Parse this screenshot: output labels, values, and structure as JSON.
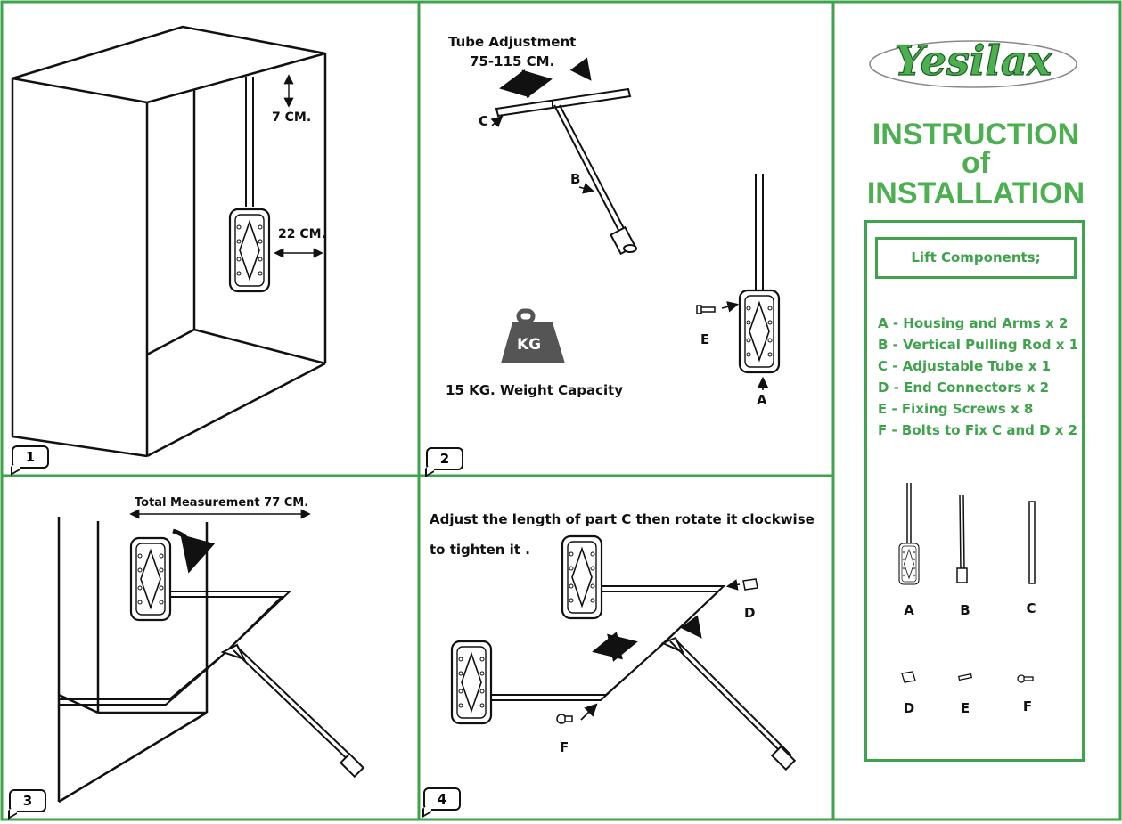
{
  "brand": {
    "name": "Yesilax",
    "color": "#4caf50"
  },
  "title": {
    "line1": "INSTRUCTION",
    "line2": "of",
    "line3": "INSTALLATION"
  },
  "components": {
    "heading": "Lift Components;",
    "items": [
      "A - Housing and Arms x 2",
      "B - Vertical Pulling Rod x 1",
      "C - Adjustable Tube x 1",
      "D - End Connectors x 2",
      "E - Fixing Screws x 8",
      "F - Bolts to Fix C and D x 2"
    ],
    "part_labels": [
      "A",
      "B",
      "C",
      "D",
      "E",
      "F"
    ]
  },
  "steps": {
    "s1": {
      "number": "1",
      "dim_top": "7 CM.",
      "dim_side": "22 CM."
    },
    "s2": {
      "number": "2",
      "tube_title": "Tube Adjustment",
      "tube_range": "75-115 CM.",
      "label_c": "C",
      "label_b": "B",
      "label_e": "E",
      "label_a": "A",
      "weight_icon": "KG",
      "capacity": "15 KG. Weight Capacity"
    },
    "s3": {
      "number": "3",
      "measure": "Total Measurement 77 CM."
    },
    "s4": {
      "number": "4",
      "instruction_line1": "Adjust the length of part C then rotate it clockwise",
      "instruction_line2": "to tighten it .",
      "label_d": "D",
      "label_f": "F"
    }
  },
  "icons": [
    "weight-icon",
    "arrow-icon",
    "rotate-arrow-icon"
  ],
  "frame_color": "#3fa34d"
}
